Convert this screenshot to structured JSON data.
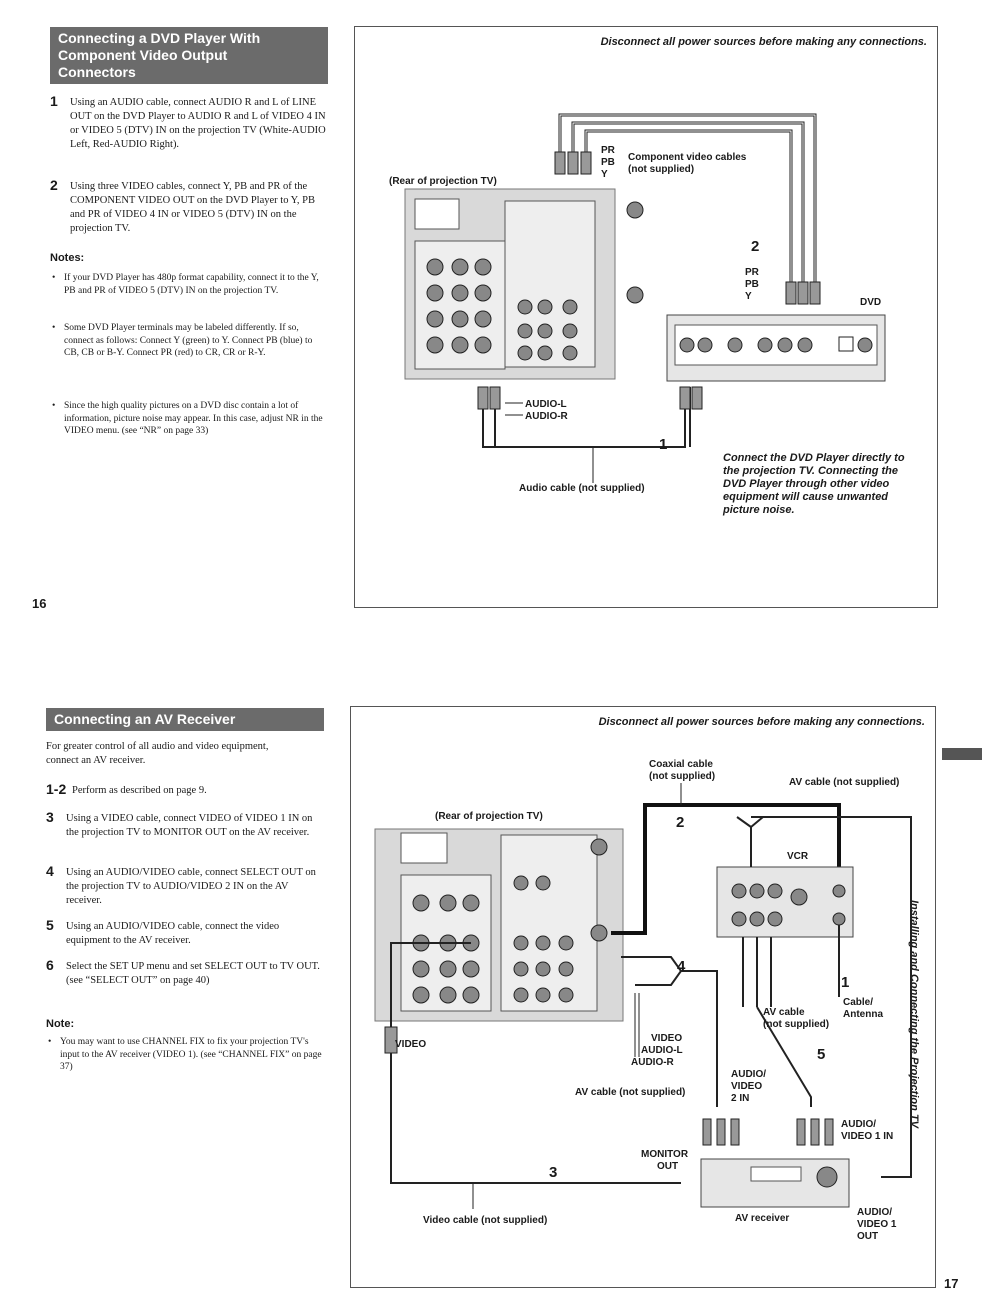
{
  "page16": {
    "heading": [
      "Connecting a DVD Player With",
      "Component Video Output",
      "Connectors"
    ],
    "steps": [
      {
        "num": "1",
        "text": "Using an AUDIO cable, connect AUDIO R and L of LINE OUT on the DVD Player to AUDIO R and L of VIDEO 4 IN or VIDEO 5 (DTV) IN on the projection TV (White-AUDIO Left, Red-AUDIO Right)."
      },
      {
        "num": "2",
        "text": "Using three VIDEO cables, connect Y, PB and PR of the COMPONENT VIDEO OUT on the DVD Player to Y, PB and PR of VIDEO 4 IN or VIDEO 5 (DTV) IN on the projection TV."
      }
    ],
    "notes_title": "Notes:",
    "notes": [
      "If your DVD Player has 480p format capability, connect it to the Y, PB and PR of VIDEO 5 (DTV) IN on the projection TV.",
      "Some DVD Player terminals may be labeled differently. If so, connect as follows: Connect Y (green) to Y. Connect PB (blue) to CB, CB or B-Y. Connect PR (red) to CR, CR or R-Y.",
      "Since the high quality pictures on a DVD disc contain a lot of information, picture noise may appear. In this case, adjust NR in the VIDEO menu. (see “NR” on page 33)"
    ],
    "page_number": "16",
    "diagram": {
      "warning": "Disconnect all power sources before making any connections.",
      "rear_label": "(Rear of projection TV)",
      "component_cables": "Component video cables",
      "not_supplied": "(not supplied)",
      "pr": "PR",
      "pb": "PB",
      "y": "Y",
      "step2": "2",
      "step1": "1",
      "dvd": "DVD",
      "audio_l": "AUDIO-L",
      "audio_r": "AUDIO-R",
      "audio_cable": "Audio cable (not supplied)",
      "note": [
        "Connect the DVD Player directly to",
        "the projection TV. Connecting the",
        "DVD Player through other video",
        "equipment will cause unwanted",
        "picture noise."
      ]
    }
  },
  "page17": {
    "heading": "Connecting an AV Receiver",
    "intro": "For greater control of all audio and video equipment, connect an AV receiver.",
    "steps": [
      {
        "num": "1-2",
        "text": "Perform as described on page 9."
      },
      {
        "num": "3",
        "text": "Using a VIDEO cable, connect VIDEO of VIDEO 1 IN on the projection TV to MONITOR OUT on the AV receiver."
      },
      {
        "num": "4",
        "text": "Using an AUDIO/VIDEO cable, connect SELECT OUT on the projection TV to AUDIO/VIDEO 2 IN on the AV receiver."
      },
      {
        "num": "5",
        "text": "Using an AUDIO/VIDEO cable, connect the video equipment to the AV receiver."
      },
      {
        "num": "6",
        "text": "Select the SET UP menu and set SELECT OUT to TV OUT. (see “SELECT OUT” on page 40)"
      }
    ],
    "note_title": "Note:",
    "note": "You may want to use CHANNEL FIX to fix your projection TV's input to the AV receiver (VIDEO 1). (see “CHANNEL FIX” on page 37)",
    "page_number": "17",
    "side_text": "Installing and Connecting the Projection TV",
    "diagram": {
      "warning": "Disconnect all power sources before making any connections.",
      "coax": "Coaxial cable",
      "not_supplied": "(not supplied)",
      "av_cable_top": "AV cable (not supplied)",
      "rear_label": "(Rear of projection TV)",
      "vcr": "VCR",
      "cable_antenna": [
        "Cable/",
        "Antenna"
      ],
      "av_cable_mid": [
        "AV cable",
        "(not supplied)"
      ],
      "video": "VIDEO",
      "audio_l": "AUDIO-L",
      "audio_r": "AUDIO-R",
      "av_cable_left": "AV cable (not supplied)",
      "av2in": [
        "AUDIO/",
        "VIDEO",
        "2 IN"
      ],
      "av1in": [
        "AUDIO/",
        "VIDEO 1 IN"
      ],
      "monitor_out": [
        "MONITOR",
        "OUT"
      ],
      "av_receiver": "AV receiver",
      "av1out": [
        "AUDIO/",
        "VIDEO 1",
        "OUT"
      ],
      "video_cable": "Video cable (not supplied)",
      "n1": "1",
      "n2": "2",
      "n3": "3",
      "n4": "4",
      "n5": "5"
    }
  }
}
